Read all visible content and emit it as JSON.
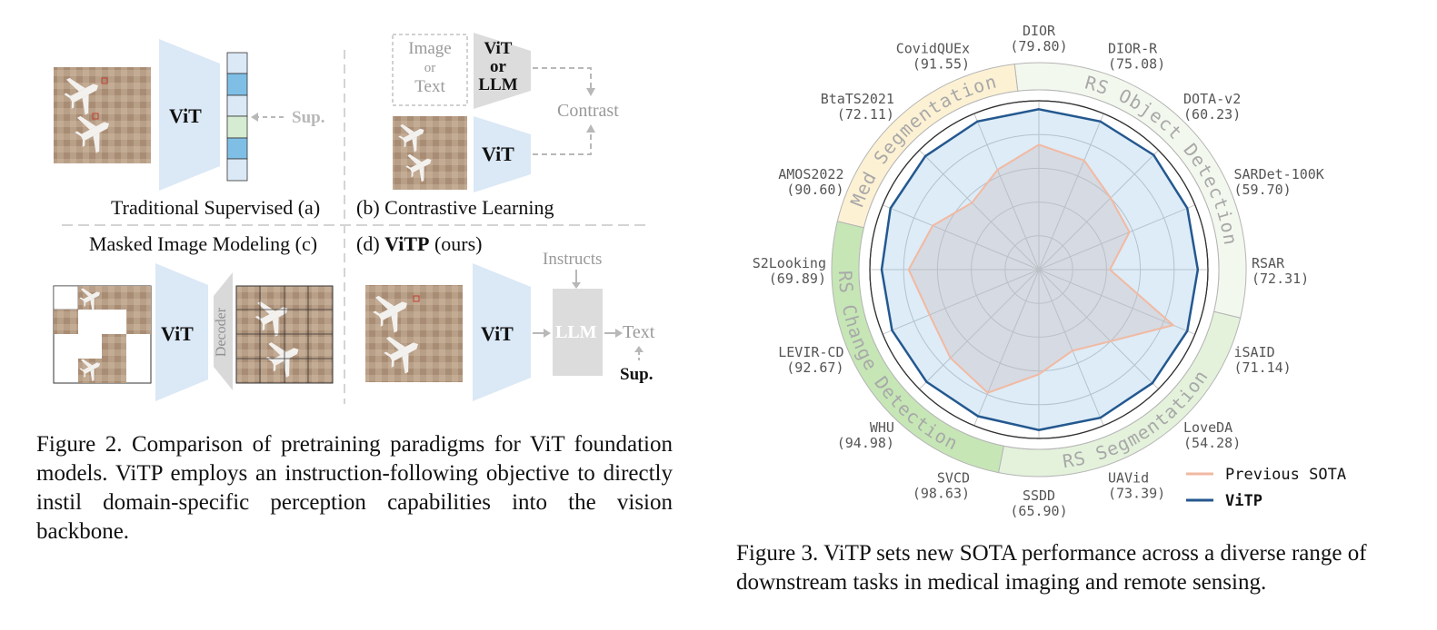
{
  "figure2": {
    "panel_a_label": "Traditional Supervised (a)",
    "panel_b_label": "(b) Contrastive Learning",
    "panel_c_label": "Masked Image Modeling (c)",
    "panel_d_label_prefix": "(d)",
    "panel_d_label_bold": "ViTP",
    "panel_d_label_suffix": "(ours)",
    "vit": "ViT",
    "sup_gray": "Sup.",
    "image_line1": "Image",
    "image_line2": "or",
    "image_line3": "Text",
    "vit_or_llm_1": "ViT",
    "vit_or_llm_2": "or",
    "vit_or_llm_3": "LLM",
    "contrast": "Contrast",
    "decoder": "Decoder",
    "instructs": "Instructs",
    "llm": "LLM",
    "text": "Text",
    "sup_bold": "Sup.",
    "caption": "Figure 2.  Comparison of pretraining paradigms for ViT foundation models.  ViTP employs an instruction-following objective to directly instil domain-specific perception capabilities into the vision backbone.",
    "colors": {
      "vit_fill": "#dbe8f5",
      "decoder_fill": "#d9d9d9",
      "llm_fill": "#dcdcdc",
      "token_blue": "#7fbfe6",
      "token_green": "#d5ecd2"
    }
  },
  "figure3": {
    "caption": "Figure 3. ViTP sets new SOTA performance across a diverse range of downstream tasks in medical imaging and remote sensing.",
    "chart_data": {
      "type": "radar",
      "grid": true,
      "legend_position": "bottom-right",
      "categories": [
        "DIOR",
        "DIOR-R",
        "DOTA-v2",
        "SARDet-100K",
        "RSAR",
        "iSAID",
        "LoveDA",
        "UAVid",
        "SSDD",
        "SVCD",
        "WHU",
        "LEVIR-CD",
        "S2Looking",
        "AMOS2022",
        "BtaTS2021",
        "CovidQUEx"
      ],
      "category_values": [
        "(79.80)",
        "(75.08)",
        "(60.23)",
        "(59.70)",
        "(72.31)",
        "(71.14)",
        "(54.28)",
        "(73.39)",
        "(65.90)",
        "(98.63)",
        "(94.98)",
        "(92.67)",
        "(69.89)",
        "(90.60)",
        "(72.11)",
        "(91.55)"
      ],
      "groups": [
        {
          "name": "RS Object Detection",
          "color": "#f3f8ee"
        },
        {
          "name": "RS Segmentation",
          "color": "#e4f2dc"
        },
        {
          "name": "RS Change Detection",
          "color": "#c6e6b6"
        },
        {
          "name": "Med Segmentation",
          "color": "#fdf1d4"
        }
      ],
      "series": [
        {
          "name": "Previous SOTA",
          "color": "#f2b9a2",
          "values": [
            0.74,
            0.7,
            0.6,
            0.58,
            0.42,
            0.86,
            0.6,
            0.52,
            0.62,
            0.79,
            0.74,
            0.7,
            0.77,
            0.68,
            0.56,
            0.64
          ]
        },
        {
          "name": "ViTP",
          "color": "#24588f",
          "values": [
            0.95,
            0.95,
            0.96,
            0.95,
            0.94,
            0.95,
            0.95,
            0.95,
            0.95,
            0.94,
            0.94,
            0.94,
            0.93,
            0.95,
            0.95,
            0.95
          ]
        }
      ]
    }
  }
}
